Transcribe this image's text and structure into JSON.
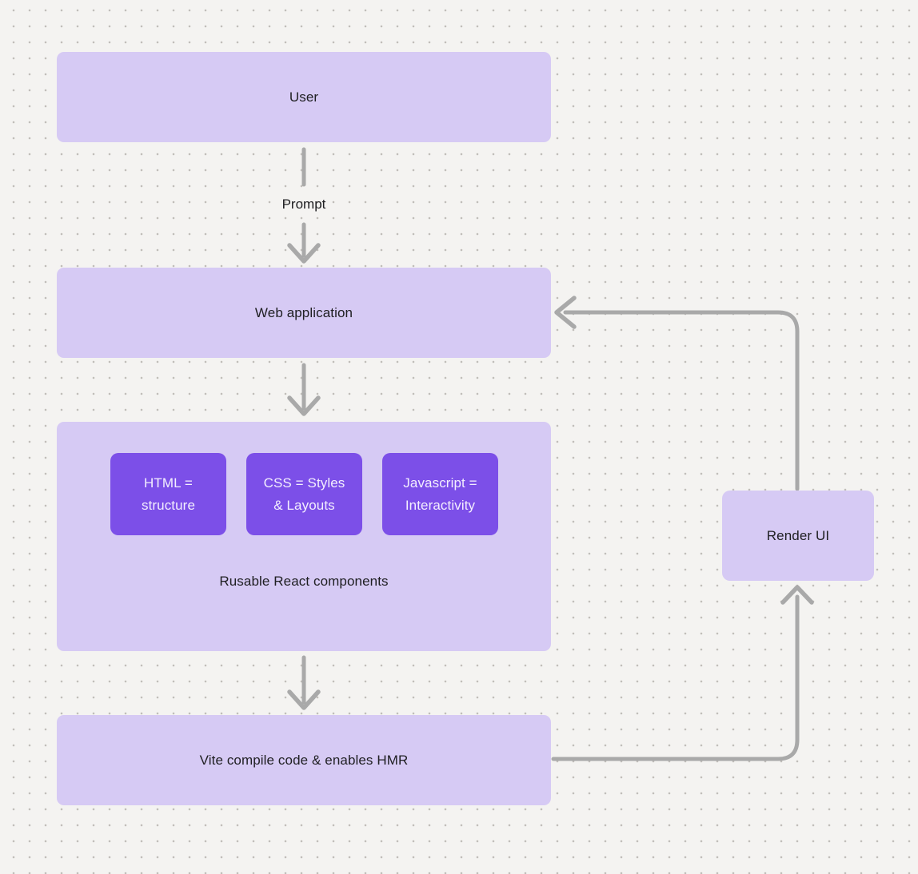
{
  "diagram": {
    "nodes": {
      "user": {
        "label": "User"
      },
      "web_application": {
        "label": "Web application"
      },
      "components_group": {
        "caption": "Rusable React components",
        "children": [
          {
            "lines": [
              "HTML =",
              "structure"
            ]
          },
          {
            "lines": [
              "CSS = Styles",
              "& Layouts"
            ]
          },
          {
            "lines": [
              "Javascript =",
              "Interactivity"
            ]
          }
        ]
      },
      "vite": {
        "label": "Vite compile code & enables HMR"
      },
      "render_ui": {
        "label": "Render UI"
      }
    },
    "edges": [
      {
        "from": "User",
        "to": "Web application",
        "label": "Prompt"
      },
      {
        "from": "Web application",
        "to": "Components group",
        "label": ""
      },
      {
        "from": "Components group",
        "to": "Vite",
        "label": ""
      },
      {
        "from": "Vite",
        "to": "Render UI",
        "label": ""
      },
      {
        "from": "Render UI",
        "to": "Web application",
        "label": ""
      }
    ],
    "colors": {
      "background": "#f4f3f1",
      "dot": "#c1beba",
      "node_fill": "#d6caf4",
      "accent_fill": "#7c4fe8",
      "accent_text": "#f3eefe",
      "text": "#202023",
      "connector": "#a9a9a9"
    }
  }
}
